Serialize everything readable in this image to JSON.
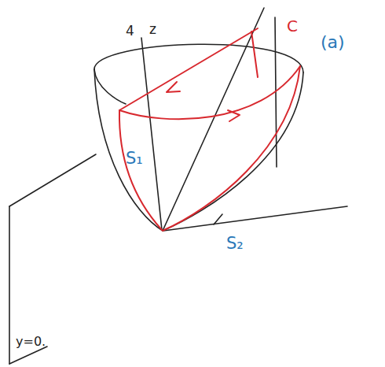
{
  "diagram": {
    "labels": [
      "4",
      "z",
      "C",
      "(a)",
      "S₁",
      "S₂",
      "y=0."
    ]
  }
}
